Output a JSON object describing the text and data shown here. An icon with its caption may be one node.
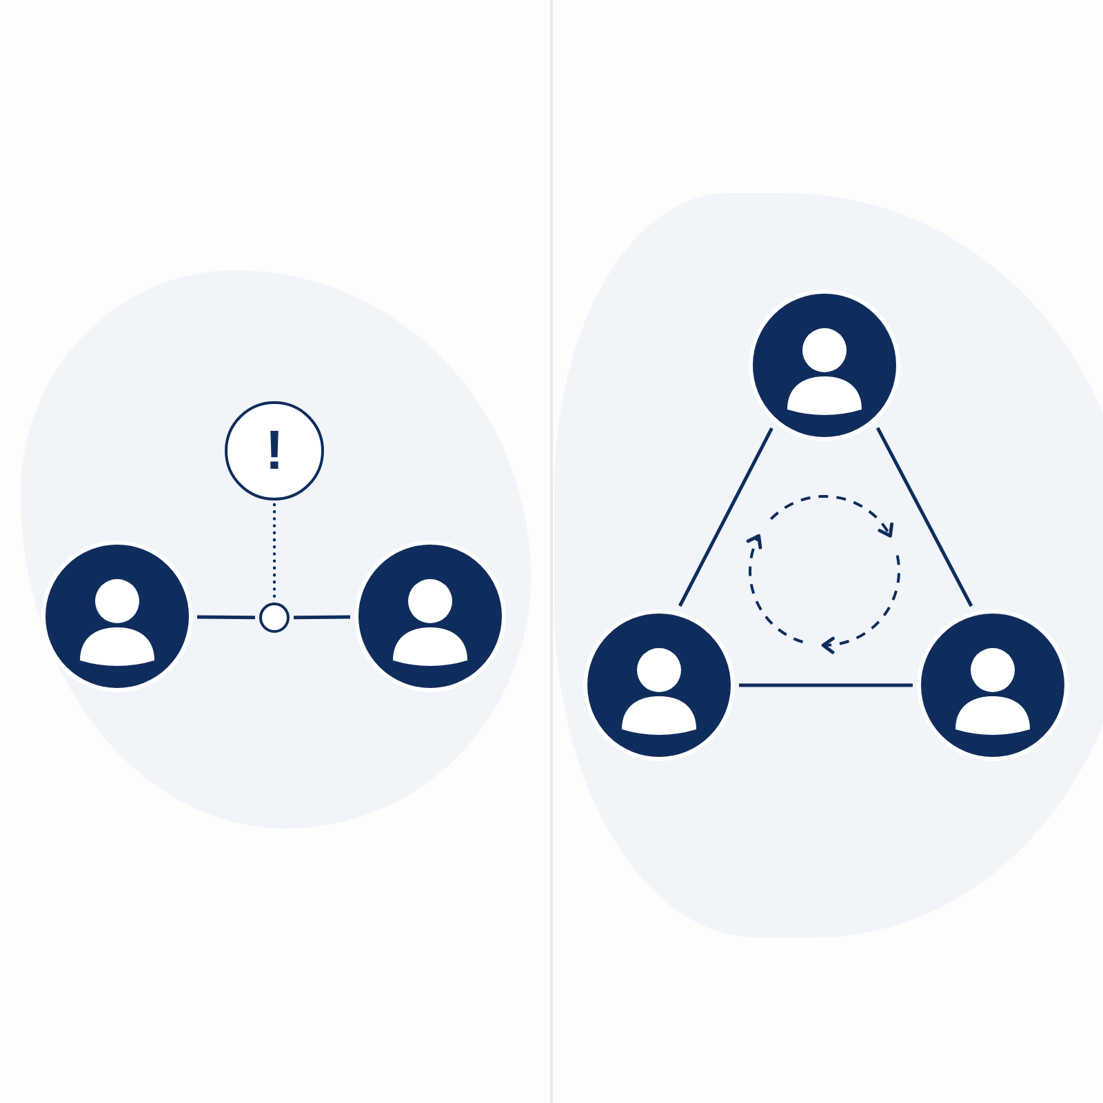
{
  "diagram": {
    "nodes": [
      {
        "text": [
          "!"
        ]
      },
      {
        "text": [],
        "shape": "person"
      },
      {
        "text": [],
        "shape": "circle"
      },
      {
        "text": [],
        "shape": "person"
      },
      {
        "text": [],
        "shape": "person"
      },
      {
        "text": [],
        "shape": "person"
      },
      {
        "text": [],
        "shape": "person"
      }
    ],
    "edges": [
      {
        "from": 1,
        "to": 2,
        "arrow": "none"
      },
      {
        "from": 2,
        "to": 3,
        "arrow": "none"
      },
      {
        "from": 0,
        "to": 2,
        "arrow": "none",
        "style": "dashed"
      },
      {
        "from": 4,
        "to": 5,
        "arrow": "none"
      },
      {
        "from": 4,
        "to": 6,
        "arrow": "none"
      },
      {
        "from": 5,
        "to": 6,
        "arrow": "none"
      }
    ]
  }
}
